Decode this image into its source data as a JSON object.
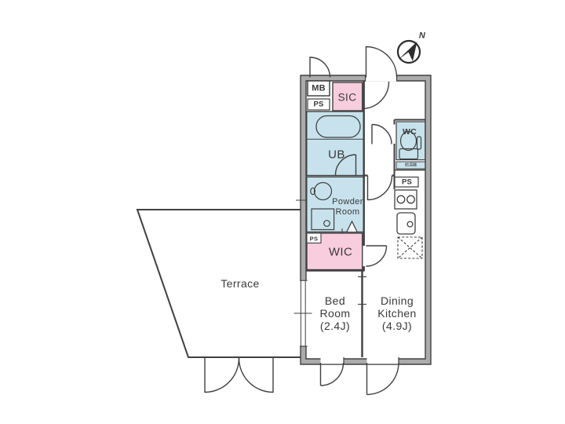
{
  "floorplan": {
    "compass": {
      "north_label": "N"
    },
    "terrace": {
      "label": "Terrace"
    },
    "bed_room": {
      "line1": "Bed",
      "line2": "Room",
      "size": "(2.4J)"
    },
    "dining_kitchen": {
      "line1": "Dining",
      "line2": "Kitchen",
      "size": "(4.9J)"
    },
    "powder_room": {
      "line1": "Powder",
      "line2": "Room"
    },
    "sic": {
      "label": "SIC"
    },
    "ub": {
      "label": "UB"
    },
    "wic": {
      "label": "WIC"
    },
    "wc": {
      "label": "WC"
    },
    "mb": {
      "label": "MB"
    },
    "ps_entrance": {
      "label": "PS"
    },
    "ps_wic": {
      "label": "PS"
    },
    "ps_kitchen": {
      "label": "PS"
    },
    "water_heater": {
      "label": "給湯器"
    },
    "colors": {
      "room_blue": "#c7e2ec",
      "room_pink": "#f8cdde",
      "wall_gray": "#ababab",
      "line": "#404040",
      "background": "#ffffff"
    }
  }
}
